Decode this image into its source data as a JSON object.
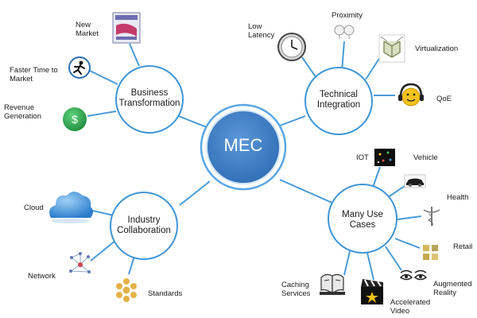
{
  "colors": {
    "connector": "#4a9bd8",
    "hub_border": "#3e95d6",
    "center_fill": "#3c7cc6",
    "center_ring": "#5aa7e4",
    "revenue_green": "#2ea44f",
    "cloud_blue": "#3f8fd6",
    "qoe_yellow": "#f4c21b",
    "standards_gold": "#e3b247"
  },
  "center": {
    "label": "MEC"
  },
  "hubs": {
    "business": {
      "line1": "Business",
      "line2": "Transformation"
    },
    "technical": {
      "line1": "Technical",
      "line2": "Integration"
    },
    "industry": {
      "line1": "Industry",
      "line2": "Collaboration"
    },
    "usecases": {
      "line1": "Many Use",
      "line2": "Cases"
    }
  },
  "items": {
    "new_market": {
      "line1": "New",
      "line2": "Market",
      "icon": "market-brochure-icon"
    },
    "faster_time": {
      "line1": "Faster Time to",
      "line2": "Market",
      "icon": "runner-icon"
    },
    "revenue": {
      "line1": "Revenue",
      "line2": "Generation",
      "icon": "dollar-coin-icon",
      "symbol": "$"
    },
    "low_latency": {
      "line1": "Low",
      "line2": "Latency",
      "icon": "clock-icon"
    },
    "proximity": {
      "label": "Proximity",
      "icon": "proximity-bubbles-icon"
    },
    "virtualization": {
      "label": "Virtualization",
      "icon": "virtualization-icon"
    },
    "qoe": {
      "label": "QoE",
      "icon": "headset-smiley-icon"
    },
    "cloud": {
      "label": "Cloud",
      "icon": "cloud-icon"
    },
    "network": {
      "label": "Network",
      "icon": "network-graph-icon"
    },
    "standards": {
      "label": "Standards",
      "icon": "standards-cluster-icon"
    },
    "iot": {
      "label": "IOT",
      "icon": "iot-icon"
    },
    "vehicle": {
      "label": "Vehicle",
      "icon": "car-icon"
    },
    "health": {
      "label": "Health",
      "icon": "caduceus-icon"
    },
    "retail": {
      "label": "Retail",
      "icon": "retail-icon"
    },
    "ar": {
      "line1": "Augmented",
      "line2": "Reality",
      "icon": "eyes-icon"
    },
    "video": {
      "line1": "Accelerated",
      "line2": "Video",
      "icon": "clapperboard-icon"
    },
    "caching": {
      "line1": "Caching",
      "line2": "Services",
      "icon": "server-icon"
    }
  }
}
